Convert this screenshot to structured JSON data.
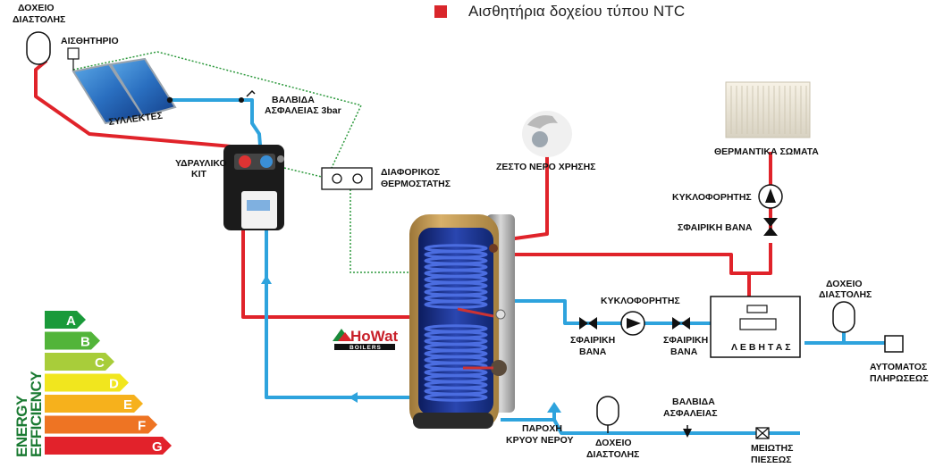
{
  "legend": {
    "text": "Αισθητήρια δοχείου τύπου NTC",
    "color": "#d9262b"
  },
  "colors": {
    "hot_pipe": "#e0232a",
    "cold_pipe": "#2ea3dd",
    "sensor_wire": "#2e9a3e",
    "boiler_shell": "#c9a062",
    "coil": "#2c47b8"
  },
  "labels": {
    "expansion_tank_top_1": "ΔΟΧΕΙΟ",
    "expansion_tank_top_2": "ΔΙΑΣΤΟΛΗΣ",
    "sensor": "ΑΙΣΘΗΤΗΡΙΟ",
    "collectors": "ΣΥΛΛΕΚΤΕΣ",
    "safety_valve_3bar_1": "ΒΑΛΒΙΔΑ",
    "safety_valve_3bar_2": "ΑΣΦΑΛΕΙΑΣ 3bar",
    "hydraulic_kit_1": "ΥΔΡΑΥΛΙΚΟ",
    "hydraulic_kit_2": "ΚΙΤ",
    "diff_thermostat_1": "ΔΙΑΦΟΡΙΚΟΣ",
    "diff_thermostat_2": "ΘΕΡΜΟΣΤΑΤΗΣ",
    "hot_water_use": "ΖΕΣΤΟ ΝΕΡΟ ΧΡΗΣΗΣ",
    "radiators": "ΘΕΡΜΑΝΤΙΚΑ ΣΩΜΑΤΑ",
    "circulator_right": "ΚΥΚΛΟΦΟΡΗΤΗΣ",
    "ball_valve_right": "ΣΦΑΙΡΙΚΗ ΒΑΝΑ",
    "circulator_mid": "ΚΥΚΛΟΦΟΡΗΤΗΣ",
    "ball_valve_left_1": "ΣΦΑΙΡΙΚΗ",
    "ball_valve_left_2": "ΒΑΝΑ",
    "ball_valve_mid_1": "ΣΦΑΙΡΙΚΗ",
    "ball_valve_mid_2": "ΒΑΝΑ",
    "boiler": "Λ Ε Β Η Τ Α Σ",
    "expansion_tank_right_1": "ΔΟΧΕΙΟ",
    "expansion_tank_right_2": "ΔΙΑΣΤΟΛΗΣ",
    "auto_fill_1": "ΑΥΤΟΜΑΤΟΣ",
    "auto_fill_2": "ΠΛΗΡΩΣΕΩΣ",
    "cold_supply_1": "ΠΑΡΟΧΗ",
    "cold_supply_2": "ΚΡΥΟΥ ΝΕΡΟΥ",
    "expansion_tank_bottom_1": "ΔΟΧΕΙΟ",
    "expansion_tank_bottom_2": "ΔΙΑΣΤΟΛΗΣ",
    "safety_valve_bottom_1": "ΒΑΛΒΙΔΑ",
    "safety_valve_bottom_2": "ΑΣΦΑΛΕΙΑΣ",
    "pressure_reducer_1": "ΜΕΙΩΤΗΣ",
    "pressure_reducer_2": "ΠΙΕΣΕΩΣ"
  },
  "brand": {
    "name": "HoWat",
    "sub": "BOILERS"
  },
  "energy": {
    "title_1": "ENERGY",
    "title_2": "EFFICIENCY",
    "classes": [
      {
        "letter": "A",
        "color": "#1a9a3a"
      },
      {
        "letter": "B",
        "color": "#52b43a"
      },
      {
        "letter": "C",
        "color": "#a8cd3a"
      },
      {
        "letter": "D",
        "color": "#f1e61e"
      },
      {
        "letter": "E",
        "color": "#f6b11c"
      },
      {
        "letter": "F",
        "color": "#ee7423"
      },
      {
        "letter": "G",
        "color": "#e2222b"
      }
    ]
  }
}
